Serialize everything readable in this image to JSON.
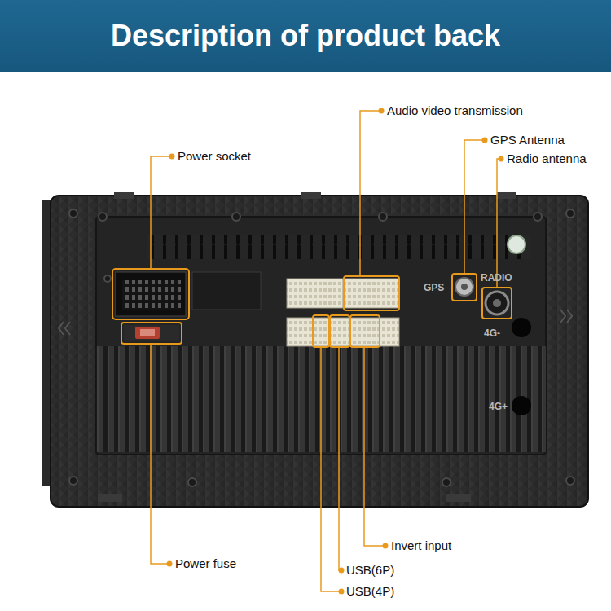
{
  "diagram": {
    "title": "Description of product back",
    "labels": [
      "Power socket",
      "Audio video transmission",
      "GPS Antenna",
      "Radio antenna",
      "Power fuse",
      "Invert input",
      "USB(6P)",
      "USB(4P)",
      "GPS",
      "RADIO",
      "4G-",
      "4G+"
    ]
  }
}
